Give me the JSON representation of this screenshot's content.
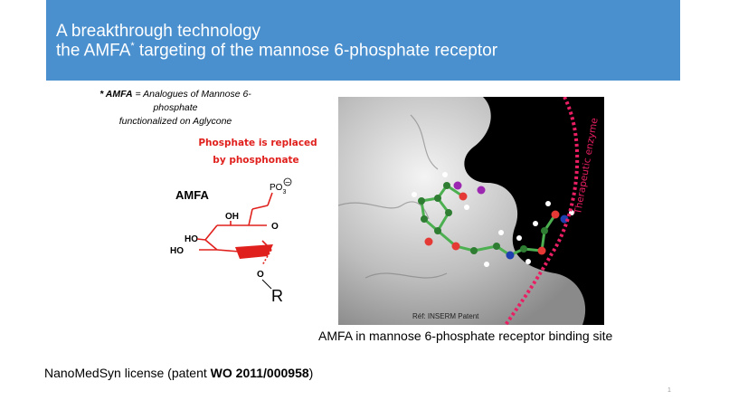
{
  "slide": {
    "title_line1": "A breakthrough technology",
    "title_line2_prefix": "the AMFA",
    "title_line2_sup": "*",
    "title_line2_suffix": " targeting of the mannose 6-phosphate receptor",
    "colors": {
      "banner": "#4a90cf",
      "red": "#e0201c",
      "magenta": "#d81b60"
    }
  },
  "footnote": {
    "term": "* AMFA",
    "definition_line1": " = Analogues of Mannose 6-phosphate",
    "definition_line2": "functionalized on Aglycone"
  },
  "molecule": {
    "annotation_line1": "Phosphate is replaced",
    "annotation_line2": "by phosphonate",
    "name": "AMFA",
    "po3": "PO",
    "po3_sub": "3",
    "charge": "−",
    "oh": "OH",
    "ho_upper": "HO",
    "ho_lower": "HO",
    "ring_o": "O",
    "glyco_o": "O",
    "r_group": "R"
  },
  "render": {
    "enzyme_label": "Therapeutic enzyme",
    "reference": "Réf: INSERM Patent",
    "caption": "AMFA in mannose 6-phosphate receptor binding site"
  },
  "license": {
    "prefix": "NanoMedSyn license  (patent ",
    "patent": "WO 2011/000958",
    "suffix": ")"
  },
  "page_number": "1"
}
